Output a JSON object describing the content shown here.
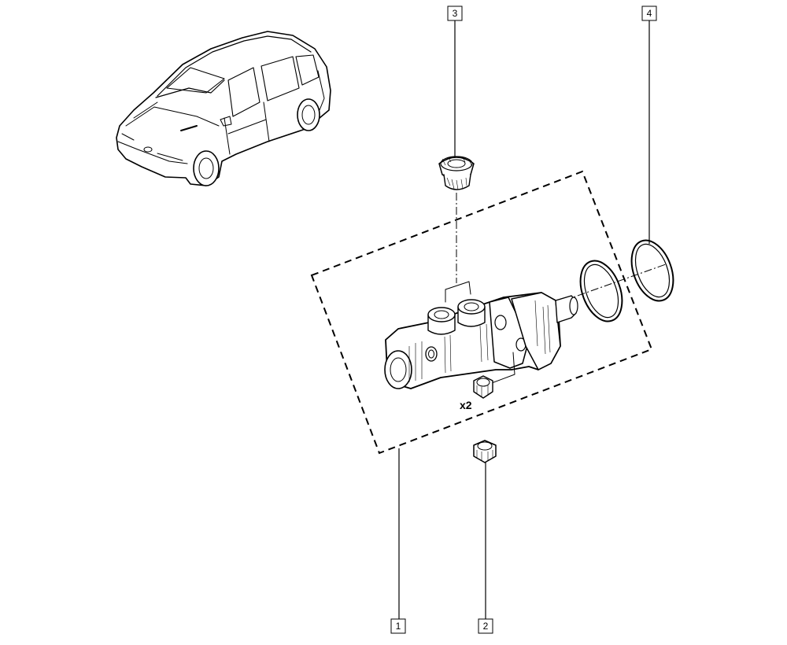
{
  "callouts": [
    {
      "label": "1",
      "part": "master-cylinder"
    },
    {
      "label": "2",
      "part": "nut"
    },
    {
      "label": "3",
      "part": "reservoir-grommet"
    },
    {
      "label": "4",
      "part": "seal-ring"
    }
  ],
  "quantity_label": "x2",
  "colors": {
    "ink": "#000000",
    "paper": "#ffffff"
  }
}
